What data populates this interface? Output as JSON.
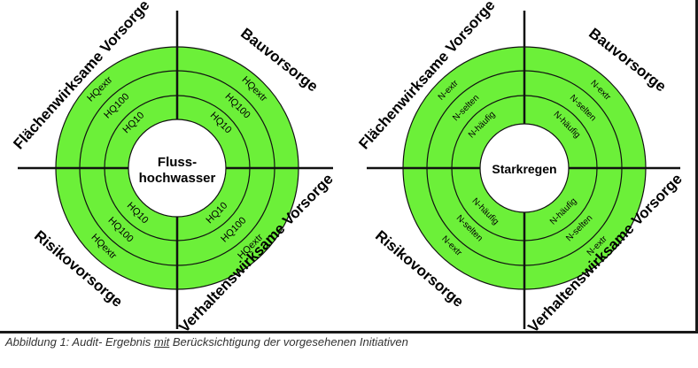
{
  "colors": {
    "ring_fill": "#6cf039",
    "line": "#111111",
    "center": "#ffffff",
    "caption": "#333333"
  },
  "left": {
    "center": [
      "Fluss-",
      "hochwasser"
    ],
    "quadrants": {
      "top_left": "Flächenwirksame Vorsorge",
      "top_right": "Bauvorsorge",
      "bottom_left": "Risikovorsorge",
      "bottom_right": "Verhaltenswirksame Vorsorge"
    },
    "rings": {
      "top_left": [
        "HQextr",
        "HQ100",
        "HQ10"
      ],
      "top_right": [
        "HQextr",
        "HQ100",
        "HQ10"
      ],
      "bottom_left": [
        "HQ10",
        "HQ100",
        "HQextr"
      ],
      "bottom_right": [
        "HQ10",
        "HQ100",
        "HQextr"
      ]
    }
  },
  "right": {
    "center": [
      "Starkregen"
    ],
    "quadrants": {
      "top_left": "Flächenwirksame Vorsorge",
      "top_right": "Bauvorsorge",
      "bottom_left": "Risikovorsorge",
      "bottom_right": "Verhaltenswirksame Vorsorge"
    },
    "rings": {
      "top_left": [
        "N-extr",
        "N-selten",
        "N-häufig"
      ],
      "top_right": [
        "N-extr",
        "N-selten",
        "N-häufig"
      ],
      "bottom_left": [
        "N-häufig",
        "N-selten",
        "N-extr"
      ],
      "bottom_right": [
        "N-häufig",
        "N-selten",
        "N-extr"
      ]
    }
  },
  "caption": {
    "prefix": "Abbildung 1: Audit- Ergebnis ",
    "underlined": "mit",
    "suffix": " Berücksichtigung der vorgesehenen Initiativen"
  }
}
